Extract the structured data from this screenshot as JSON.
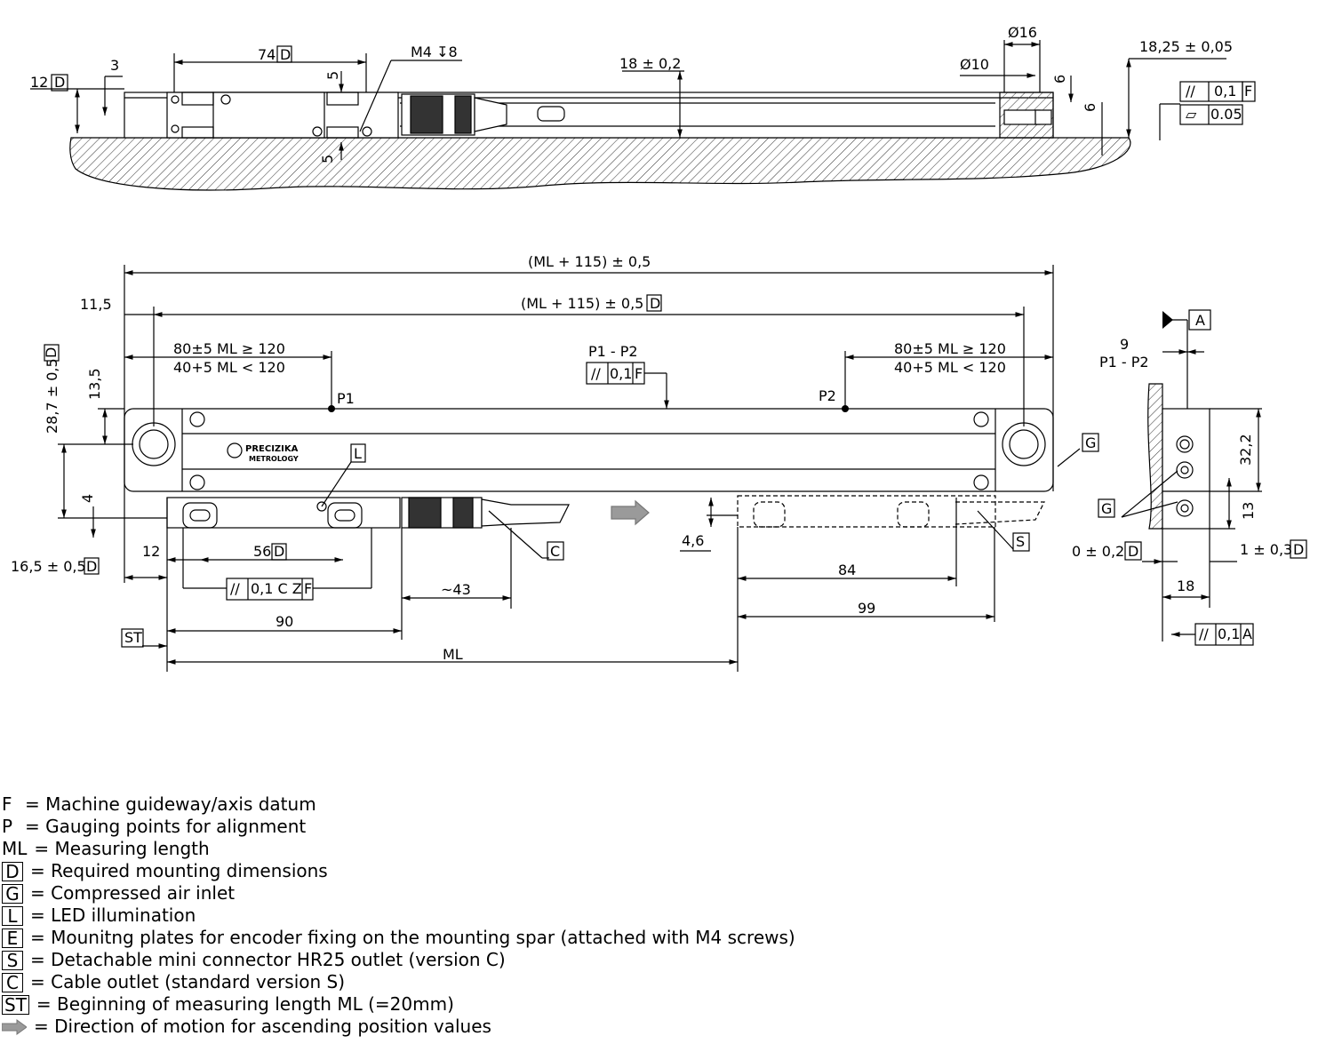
{
  "top_view": {
    "dims": {
      "d12": "12",
      "d3": "3",
      "d74": "74",
      "m4": "M4 ↧8",
      "d5a": "5",
      "d5b": "5",
      "d18": "18 ± 0,2",
      "phi16": "Ø16",
      "phi10": "Ø10",
      "d6a": "6",
      "d6b": "6",
      "d1825": "18,25 ± 0,05",
      "tol1_val": "0,1",
      "tol1_ref": "F",
      "tol2_val": "0.05",
      "datum": "D"
    }
  },
  "front_view": {
    "dims": {
      "overall": "(ML + 115) ± 0,5",
      "overall_d": "(ML + 115) ± 0,5",
      "d115": "11,5",
      "d287": "28,7 ± 0,5",
      "d135": "13,5",
      "d4": "4",
      "left_a": "80±5 ML ≥ 120",
      "left_b": "40+5 ML < 120",
      "right_a": "80±5 ML ≥ 120",
      "right_b": "40+5 ML < 120",
      "p1p2": "P1 - P2",
      "par_val": "0,1",
      "par_ref": "F",
      "p1": "P1",
      "p2": "P2",
      "brand1": "PRECIZIKA",
      "brand2": "METROLOGY",
      "label_l": "L",
      "label_g": "G",
      "label_c": "C",
      "label_s": "S",
      "d12": "12",
      "d56": "56",
      "d165": "16,5 ± 0,5",
      "tol_par": "0,1 C Z",
      "tol_ref": "F",
      "d43": "~43",
      "d90": "90",
      "st": "ST",
      "ml": "ML",
      "d46": "4,6",
      "d84": "84",
      "d99": "99",
      "datum": "D"
    }
  },
  "side_view": {
    "dims": {
      "a": "A",
      "d9": "9",
      "p1p2": "P1 - P2",
      "d322": "32,2",
      "g": "G",
      "d13": "13",
      "d02": "0 ± 0,2",
      "d103": "1 ± 0,3",
      "d18": "18",
      "tol_val": "0,1",
      "tol_ref": "A",
      "datum": "D"
    }
  },
  "legend": [
    {
      "key": "F",
      "boxed": false,
      "text": "= Machine guideway/axis datum"
    },
    {
      "key": "P",
      "boxed": false,
      "text": "= Gauging points for alignment"
    },
    {
      "key": "ML",
      "boxed": false,
      "text": "= Measuring length"
    },
    {
      "key": "D",
      "boxed": true,
      "text": "= Required mounting dimensions"
    },
    {
      "key": "G",
      "boxed": true,
      "text": "= Compressed air inlet"
    },
    {
      "key": "L",
      "boxed": true,
      "text": "= LED illumination"
    },
    {
      "key": "E",
      "boxed": true,
      "text": "= Mounitng plates for encoder fixing on the mounting spar (attached with M4 screws)"
    },
    {
      "key": "S",
      "boxed": true,
      "text": "= Detachable mini connector HR25 outlet (version C)"
    },
    {
      "key": "C",
      "boxed": true,
      "text": "= Cable outlet (standard version S)"
    },
    {
      "key": "ST",
      "boxed": true,
      "text": "= Beginning of measuring length ML (=20mm)"
    },
    {
      "key": "arrow",
      "boxed": false,
      "text": "= Direction of motion for ascending position values"
    }
  ],
  "colors": {
    "line": "#000000",
    "hatch": "#333333",
    "arrow_fill": "#9a9a9a"
  }
}
